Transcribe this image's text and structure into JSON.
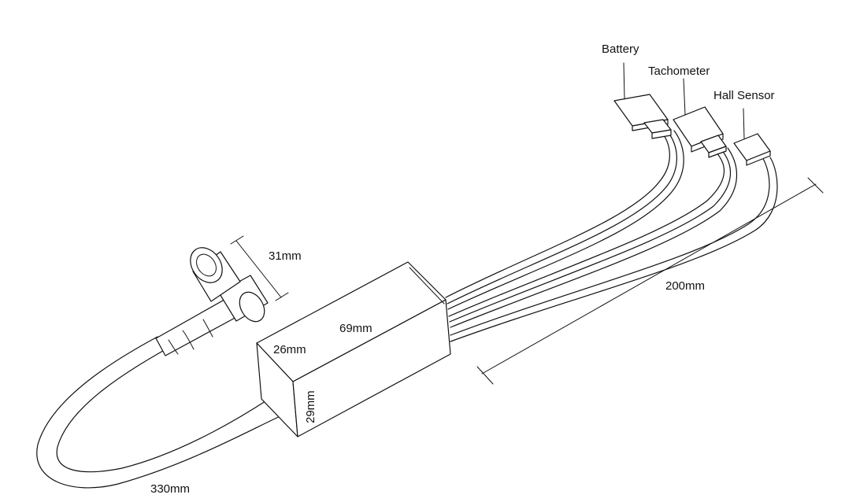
{
  "connectors": {
    "battery": "Battery",
    "tachometer": "Tachometer",
    "hall_sensor": "Hall Sensor"
  },
  "dimensions": {
    "wire_length": "200mm",
    "plug_width": "31mm",
    "box_length": "69mm",
    "box_width": "26mm",
    "box_height": "29mm",
    "cable_length": "330mm"
  },
  "colors": {
    "line": "#111111",
    "background": "#ffffff"
  }
}
